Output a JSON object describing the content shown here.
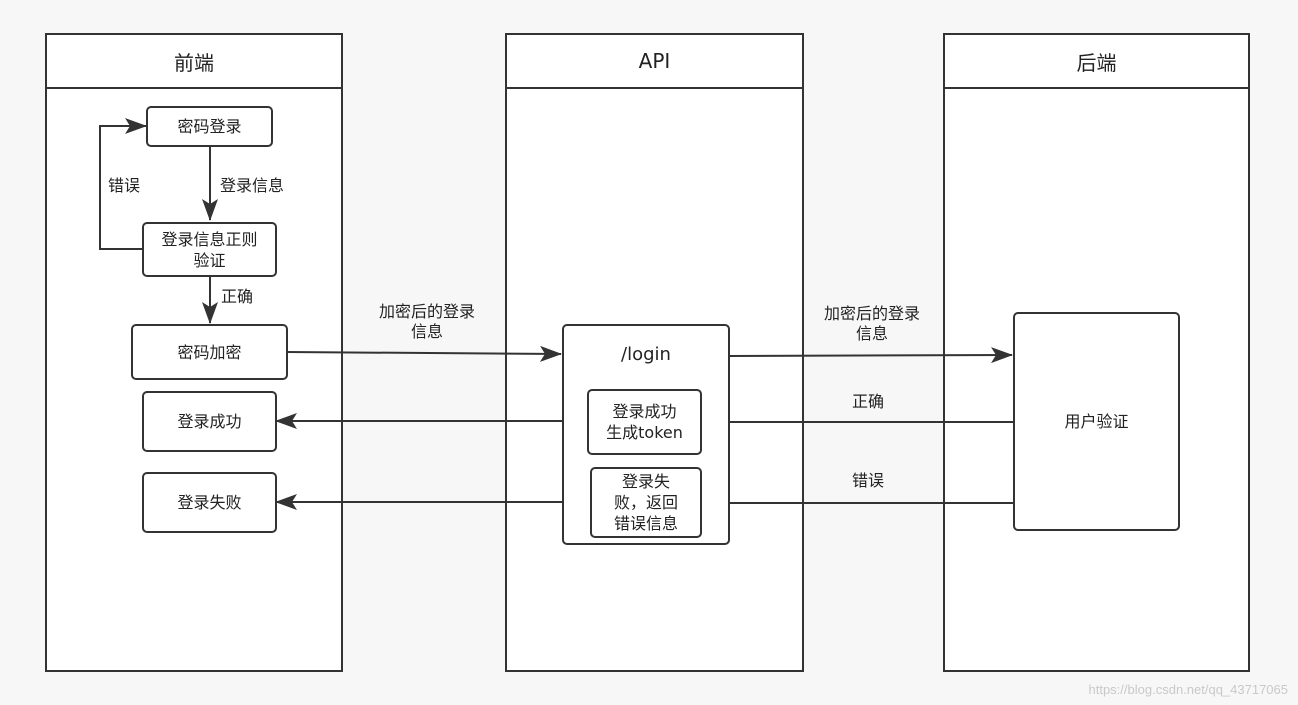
{
  "lanes": {
    "frontend": "前端",
    "api": "API",
    "backend": "后端"
  },
  "nodes": {
    "password_login": "密码登录",
    "regex_check_line1": "登录信息正则",
    "regex_check_line2": "验证",
    "encrypt": "密码加密",
    "login_success": "登录成功",
    "login_fail": "登录失败",
    "api_login": "/login",
    "api_success_line1": "登录成功",
    "api_success_line2": "生成token",
    "api_fail_line1": "登录失",
    "api_fail_line2": "败，返回",
    "api_fail_line3": "错误信息",
    "user_verify": "用户验证"
  },
  "edges": {
    "login_info": "登录信息",
    "error_loop": "错误",
    "correct_down": "正确",
    "encrypted_to_api_line1": "加密后的登录",
    "encrypted_to_api_line2": "信息",
    "encrypted_to_backend_line1": "加密后的登录",
    "encrypted_to_backend_line2": "信息",
    "backend_correct": "正确",
    "backend_error": "错误"
  },
  "watermark": "https://blog.csdn.net/qq_43717065",
  "colors": {
    "line": "#333333",
    "background": "#f7f7f7",
    "box": "#ffffff"
  }
}
